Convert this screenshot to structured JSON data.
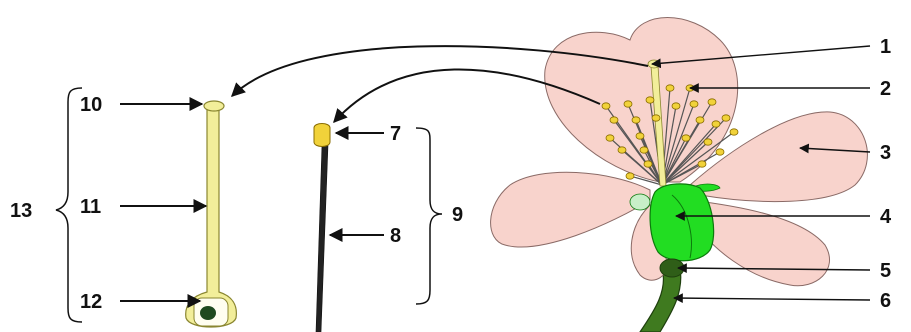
{
  "labels": {
    "l1": "1",
    "l2": "2",
    "l3": "3",
    "l4": "4",
    "l5": "5",
    "l6": "6",
    "l7": "7",
    "l8": "8",
    "l9": "9",
    "l10": "10",
    "l11": "11",
    "l12": "12",
    "l13": "13"
  },
  "colors": {
    "petal_fill": "#f8d3cc",
    "petal_stroke": "#8a6a66",
    "pistil_fill": "#f2ee9a",
    "anther_fill": "#f1d23a",
    "filament": "#555555",
    "ovary_fill": "#22dd22",
    "ovary_stroke": "#0c7a0c",
    "stem_fill": "#3f7a1f",
    "receptacle_fill": "#2f5e18",
    "nucleus_fill": "#1f4a1f",
    "line": "#111111"
  }
}
